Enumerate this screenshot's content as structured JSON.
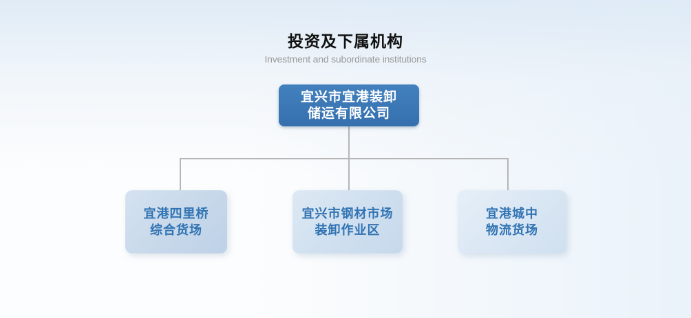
{
  "page": {
    "title": "投资及下属机构",
    "subtitle": "Investment and subordinate institutions"
  },
  "org_chart": {
    "root": {
      "name_line1": "宜兴市宜港装卸",
      "name_line2": "储运有限公司"
    },
    "children": [
      {
        "name_line1": "宜港四里桥",
        "name_line2": "综合货场"
      },
      {
        "name_line1": "宜兴市钢材市场",
        "name_line2": "装卸作业区"
      },
      {
        "name_line1": "宜港城中",
        "name_line2": "物流货场"
      }
    ]
  },
  "colors": {
    "background_top": "#e4edf6",
    "background_bottom": "#ffffff",
    "title_text": "#111111",
    "subtitle_text": "#9b9b9b",
    "root_box_fill": "#3b76b5",
    "root_box_text": "#ffffff",
    "child_box_fill_light": "#dde9f4",
    "child_box_fill_dark": "#c6d8ea",
    "child_box_text": "#3173b3",
    "connector_line": "#b5b5b5"
  }
}
